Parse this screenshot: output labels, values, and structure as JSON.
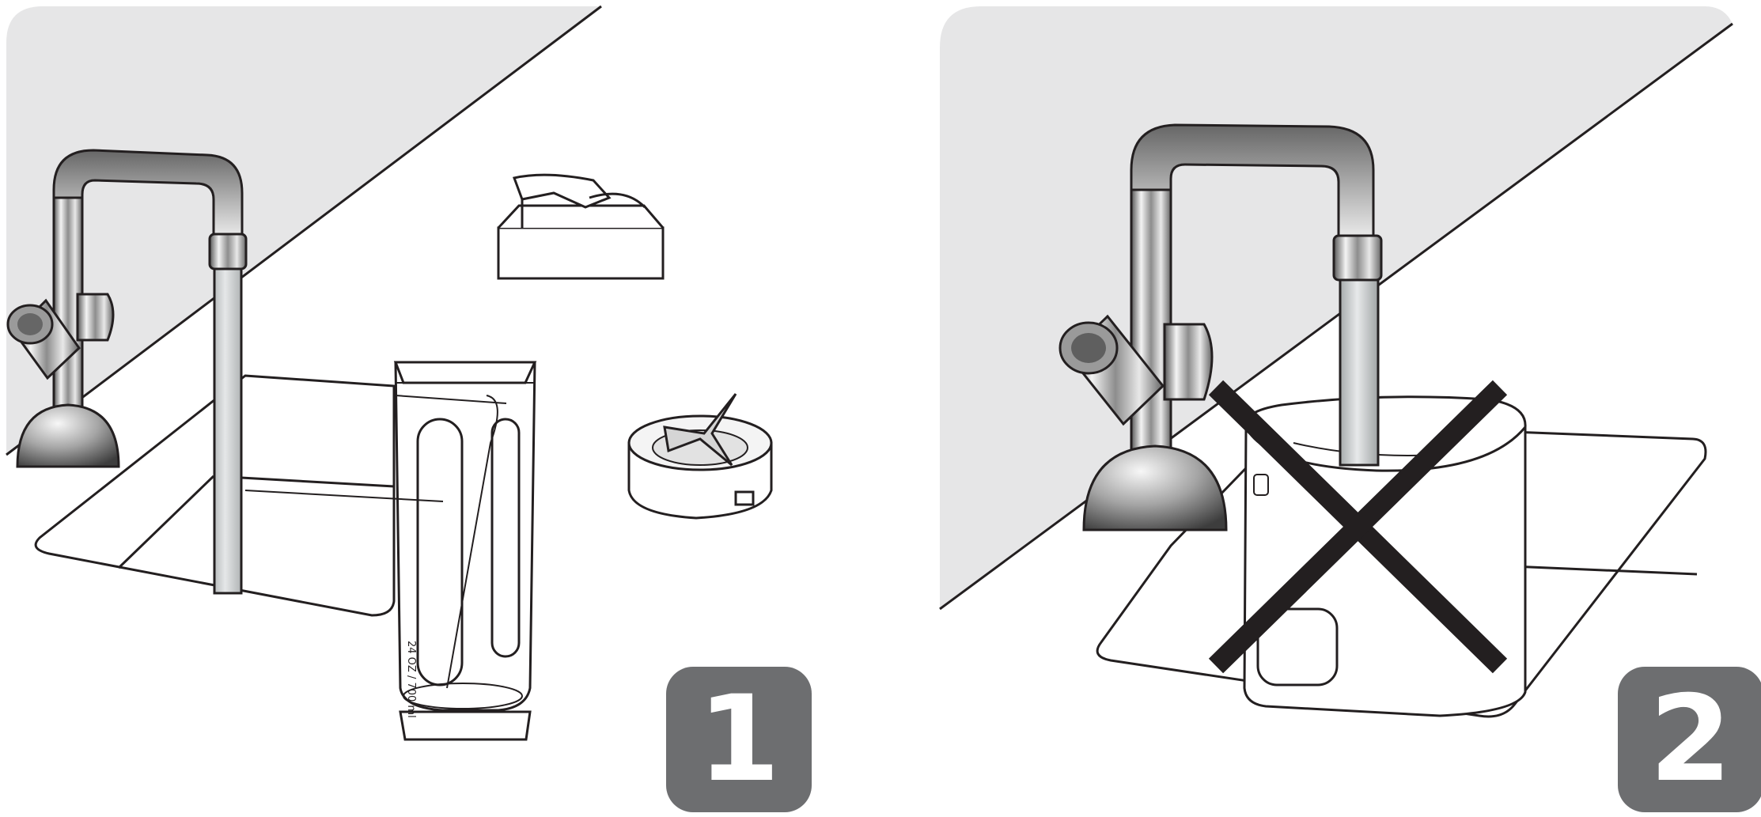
{
  "colors": {
    "wall": "#e6e6e7",
    "outline": "#231f20",
    "badge_background": "#6d6e70",
    "badge_text": "#ffffff",
    "cross": "#231f20",
    "water": "#c9cccd"
  },
  "steps": [
    {
      "number": "1",
      "scene": "faucet-with-jar-lid-and-blade",
      "jar_scale_label": "24 OZ / 700 ml",
      "icons": [
        "faucet-icon",
        "water-stream-icon",
        "sink-icon",
        "jar-icon",
        "lid-icon",
        "blade-assembly-icon"
      ]
    },
    {
      "number": "2",
      "scene": "base-under-running-water-prohibited",
      "icons": [
        "faucet-icon",
        "water-stream-icon",
        "sink-icon",
        "motor-base-icon",
        "prohibited-cross-icon"
      ]
    }
  ]
}
